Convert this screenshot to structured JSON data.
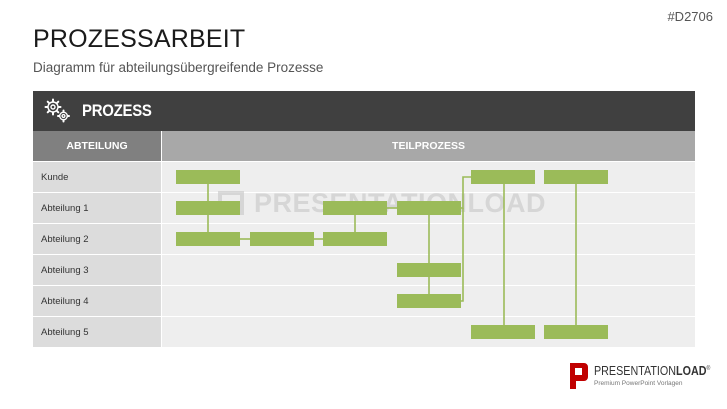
{
  "slide": {
    "id": "#D2706",
    "title": "PROZESSARBEIT",
    "subtitle": "Diagramm für abteilungsübergreifende Prozesse"
  },
  "table": {
    "header_title": "PROZESS",
    "header_icon": "gears-icon",
    "col_left": "ABTEILUNG",
    "col_right": "TEILPROZESS",
    "rows": [
      "Kunde",
      "Abteilung 1",
      "Abteilung 2",
      "Abteilung 3",
      "Abteilung 4",
      "Abteilung 5"
    ]
  },
  "process": {
    "box_color": "#9bbb59",
    "step_columns": 6,
    "steps": [
      {
        "row": "Kunde",
        "column": 1
      },
      {
        "row": "Abteilung 1",
        "column": 1
      },
      {
        "row": "Abteilung 2",
        "column": 1
      },
      {
        "row": "Abteilung 2",
        "column": 2
      },
      {
        "row": "Abteilung 2",
        "column": 3
      },
      {
        "row": "Abteilung 1",
        "column": 3
      },
      {
        "row": "Abteilung 1",
        "column": 4
      },
      {
        "row": "Abteilung 3",
        "column": 4
      },
      {
        "row": "Abteilung 4",
        "column": 4
      },
      {
        "row": "Kunde",
        "column": 5
      },
      {
        "row": "Kunde",
        "column": 6
      },
      {
        "row": "Abteilung 5",
        "column": 5
      },
      {
        "row": "Abteilung 5",
        "column": 6
      }
    ]
  },
  "watermark": "PRESENTATIONLOAD",
  "logo": {
    "text_regular": "PRESENTATION",
    "text_bold": "LOAD",
    "registered": "®",
    "tagline": "Premium PowerPoint Vorlagen",
    "color": "#c00000"
  }
}
